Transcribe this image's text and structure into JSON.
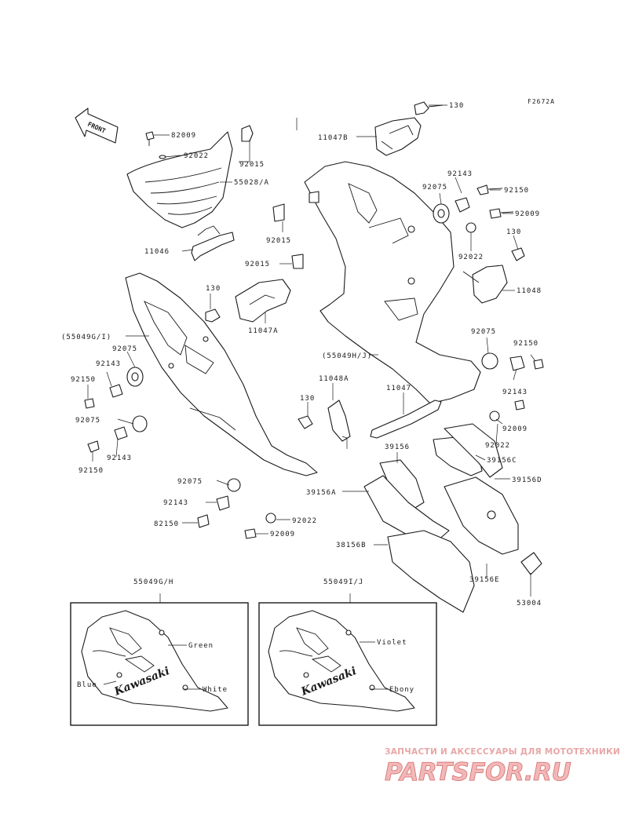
{
  "diagram_code": "F2672A",
  "front_label": "FRONT",
  "callouts": {
    "c130_top": "130",
    "c11047B": "11047B",
    "c82009_a": "82009",
    "c92022_a": "92022",
    "c92015_a": "92015",
    "c55028A": "55028/A",
    "c11046": "11046",
    "c92143_a": "92143",
    "c92075_a": "92075",
    "c92150_a": "92150",
    "c92009_a": "92009",
    "c92015_b": "92015",
    "c92022_b": "92022",
    "c92015_c": "92015",
    "c130_b": "130",
    "c11048": "11048",
    "c130_c": "130",
    "c55049GI": "(55049G/I)",
    "c11047A": "11047A",
    "c92075_b": "92075",
    "c92143_b": "92143",
    "c92150_b": "92150",
    "c55049HJ": "(55049H/J)",
    "c92075_c": "92075",
    "c92150_c": "92150",
    "c92143_c": "92143",
    "c11048A": "11048A",
    "c11047": "11047",
    "c130_d": "130",
    "c92075_d": "92075",
    "c92009_b": "92009",
    "c92143_d": "92143",
    "c92022_c": "92022",
    "c92150_d": "92150",
    "c39156": "39156",
    "c39156C": "39156C",
    "c39156D": "39156D",
    "c92075_e": "92075",
    "c39156A": "39156A",
    "c92143_e": "92143",
    "c82150": "82150",
    "c92022_d": "92022",
    "c92009_c": "92009",
    "c38156B": "38156B",
    "c39156E": "39156E",
    "c53004": "53004"
  },
  "panels": {
    "left": {
      "part_no": "55049G/H",
      "brand": "Kawasaki",
      "colors": {
        "green": "Green",
        "blue": "Blue",
        "white": "White"
      }
    },
    "right": {
      "part_no": "55049I/J",
      "brand": "Kawasaki",
      "colors": {
        "violet": "Violet",
        "ebony": "Ebony"
      }
    }
  },
  "watermark": {
    "tagline": "ЗАПЧАСТИ И АКСЕССУАРЫ ДЛЯ МОТОТЕХНИКИ",
    "logo": "PARTSFOR.RU"
  },
  "colors": {
    "ink": "#1a1a1a",
    "watermark_fill": "#f2b8b8",
    "watermark_stroke": "#d56d6d"
  }
}
